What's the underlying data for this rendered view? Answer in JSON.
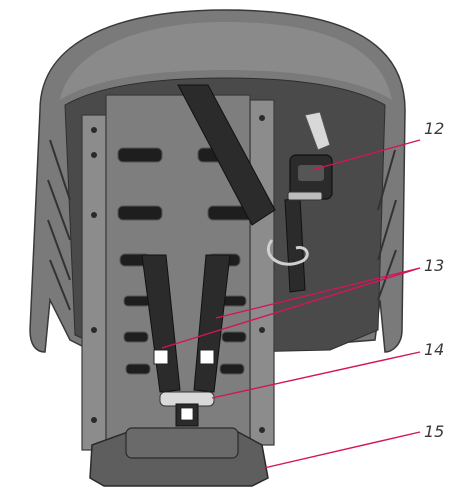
{
  "callouts": [
    {
      "id": "c12",
      "label": "12"
    },
    {
      "id": "c13",
      "label": "13"
    },
    {
      "id": "c14",
      "label": "14"
    },
    {
      "id": "c15",
      "label": "15"
    }
  ],
  "colors": {
    "shell": "#7a7a7a",
    "shell_dark": "#5e5e5e",
    "frame": "#8c8c8c",
    "interior": "#4a4a4a",
    "strap": "#2b2b2b",
    "slot": "#1e1e1e",
    "leader": "#d4145a"
  }
}
